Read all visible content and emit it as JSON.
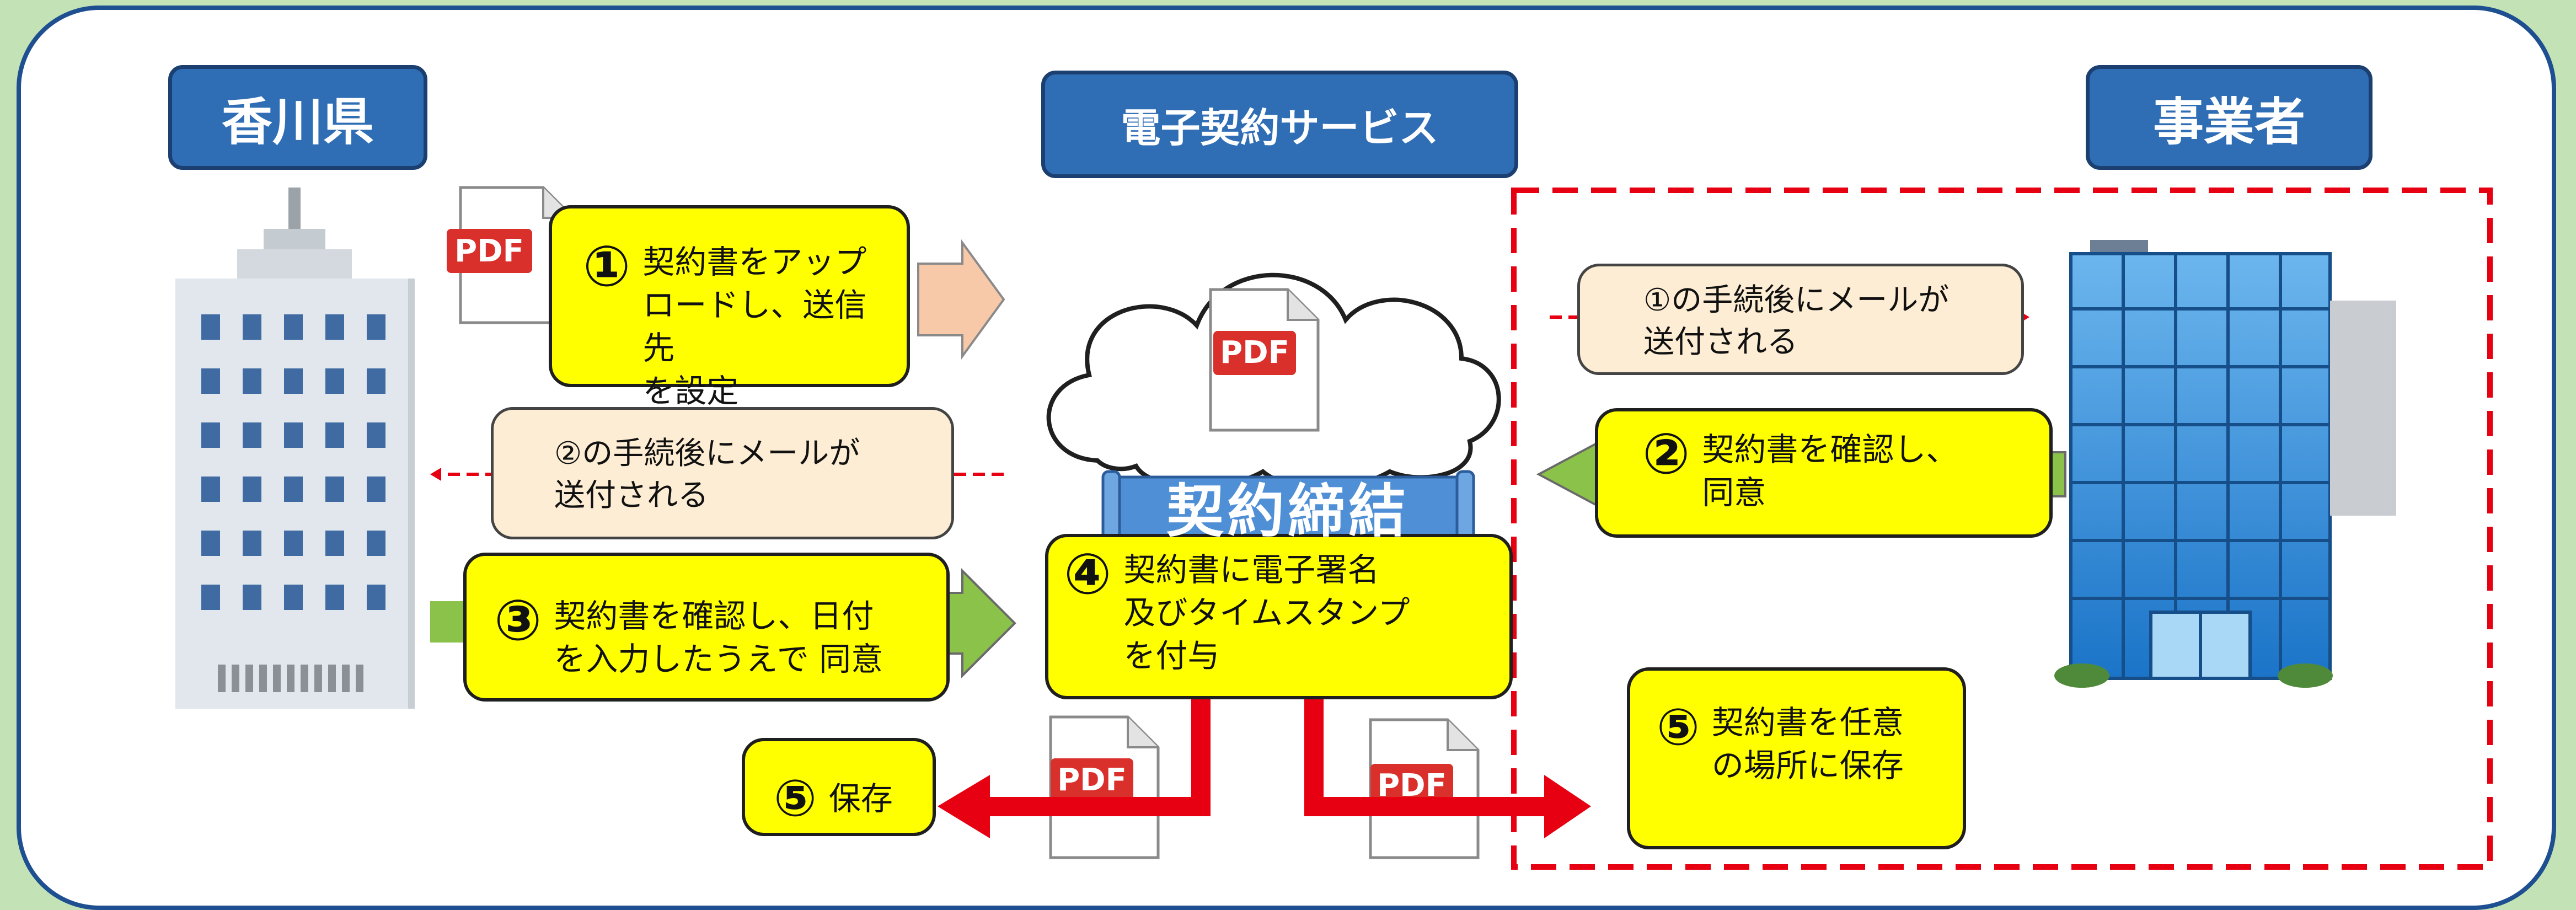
{
  "headers": {
    "kagawa": "香川県",
    "service": "電子契約サービス",
    "business": "事業者"
  },
  "pdf_icon_label": "PDF",
  "banner": "契約締結",
  "steps": {
    "s1": {
      "num": "①",
      "text": "契約書をアップ\nロードし、送信先\nを設定"
    },
    "s1_notice": {
      "text": "①の手続後にメールが\n送付される"
    },
    "s2": {
      "num": "②",
      "text": "契約書を確認し、\n同意"
    },
    "s2_notice": {
      "text": "②の手続後にメールが\n送付される"
    },
    "s3": {
      "num": "③",
      "text": "契約書を確認し、日付\nを入力したうえで 同意"
    },
    "s4": {
      "num": "④",
      "text": "契約書に電子署名\n及びタイムスタンプ\nを付与"
    },
    "s5_left": {
      "num": "⑤",
      "text": "保存"
    },
    "s5_right": {
      "num": "⑤",
      "text": "契約書を任意\nの場所に保存"
    }
  },
  "colors": {
    "background": "#c3e2b6",
    "header_fill": "#2f6eb5",
    "step_box": "#ffff00",
    "notice_box": "#fdedd4",
    "arrow_red": "#e60012",
    "arrow_green": "#8bc34a",
    "arrow_peach": "#f8c9a8",
    "dashed_border": "#e60012",
    "pdf_red": "#d9302c",
    "banner_fill": "#4f8fd6"
  }
}
